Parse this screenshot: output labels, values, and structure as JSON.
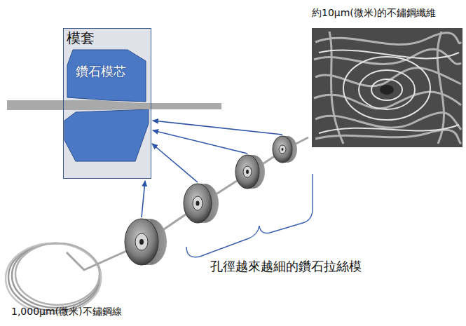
{
  "diagram": {
    "nodes": [
      {
        "text": [
          "模套"
        ]
      },
      {
        "text": [
          "鑽石模芯"
        ],
        "in": 0
      }
    ],
    "labels": [
      "約10μm(微米)的不鏽鋼纖維",
      "孔徑越來越細的鑽石拉絲模",
      "1,000μm(微米)不鏽鋼線"
    ]
  }
}
